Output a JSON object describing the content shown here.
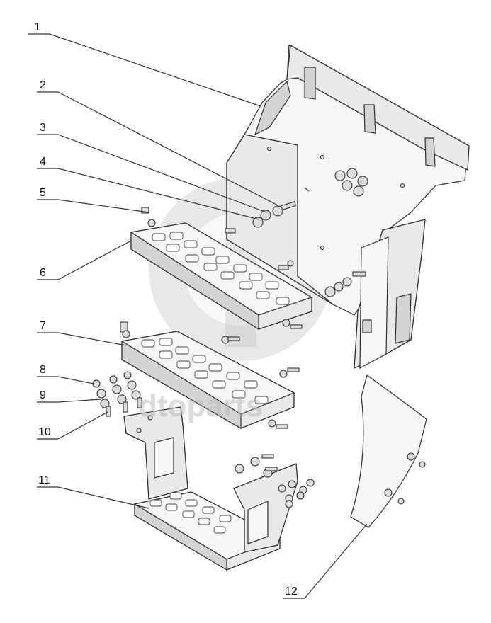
{
  "watermark": {
    "text": "dtoparts"
  },
  "callouts": [
    {
      "id": "1",
      "label": "1"
    },
    {
      "id": "2",
      "label": "2"
    },
    {
      "id": "3",
      "label": "3"
    },
    {
      "id": "4",
      "label": "4"
    },
    {
      "id": "5",
      "label": "5"
    },
    {
      "id": "6",
      "label": "6"
    },
    {
      "id": "7",
      "label": "7"
    },
    {
      "id": "8",
      "label": "8"
    },
    {
      "id": "9",
      "label": "9"
    },
    {
      "id": "10",
      "label": "10"
    },
    {
      "id": "11",
      "label": "11"
    },
    {
      "id": "12",
      "label": "12"
    }
  ],
  "colors": {
    "line": "#333333",
    "part_fill": "#e9e9e9",
    "background": "#ffffff",
    "watermark": "#bdbdbd"
  }
}
